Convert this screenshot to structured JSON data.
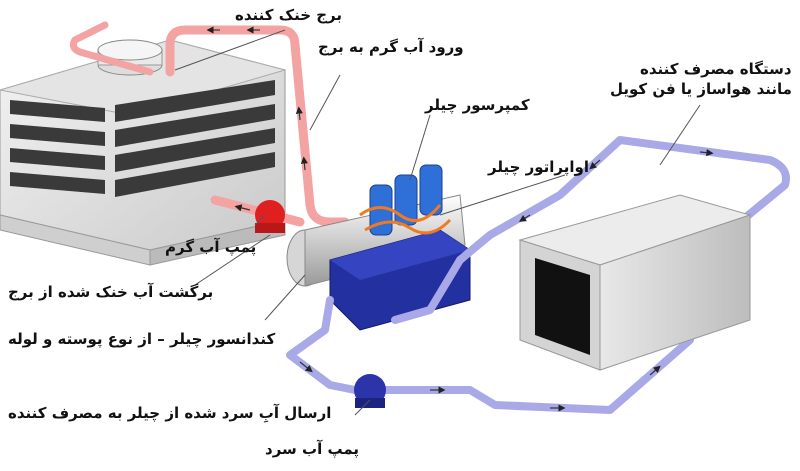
{
  "labels": {
    "cooling_tower": "برج خنک کننده",
    "hot_water_inlet": "ورود آب گرم به برج",
    "consumer_line1": "دستگاه مصرف کننده",
    "consumer_line2": "مانند هواساز یا فن کویل",
    "compressor": "کمپرسور چیلر",
    "evaporator": "اواپراتور چیلر",
    "hot_water_pump": "پمپ آب گرم",
    "tower_return": "برگشت آب خنک شده از برج",
    "condenser": "کندانسور چیلر – از نوع پوسته و لوله",
    "chilled_supply": "ارسال آبِ سرد شده از چیلر به مصرف کننده",
    "chilled_pump": "پمپ آب سرد"
  },
  "colors": {
    "hot_pipe": "#f4a3a3",
    "cold_pipe": "#a9a9e8",
    "pump_red": "#e02020",
    "pump_blue": "#2b34a8",
    "chiller_blue": "#2230a0",
    "compressor_blue": "#2f6fd8",
    "coil_orange": "#f07a20"
  },
  "icons": [
    "arrow-icon",
    "pump-icon",
    "fan-icon"
  ]
}
